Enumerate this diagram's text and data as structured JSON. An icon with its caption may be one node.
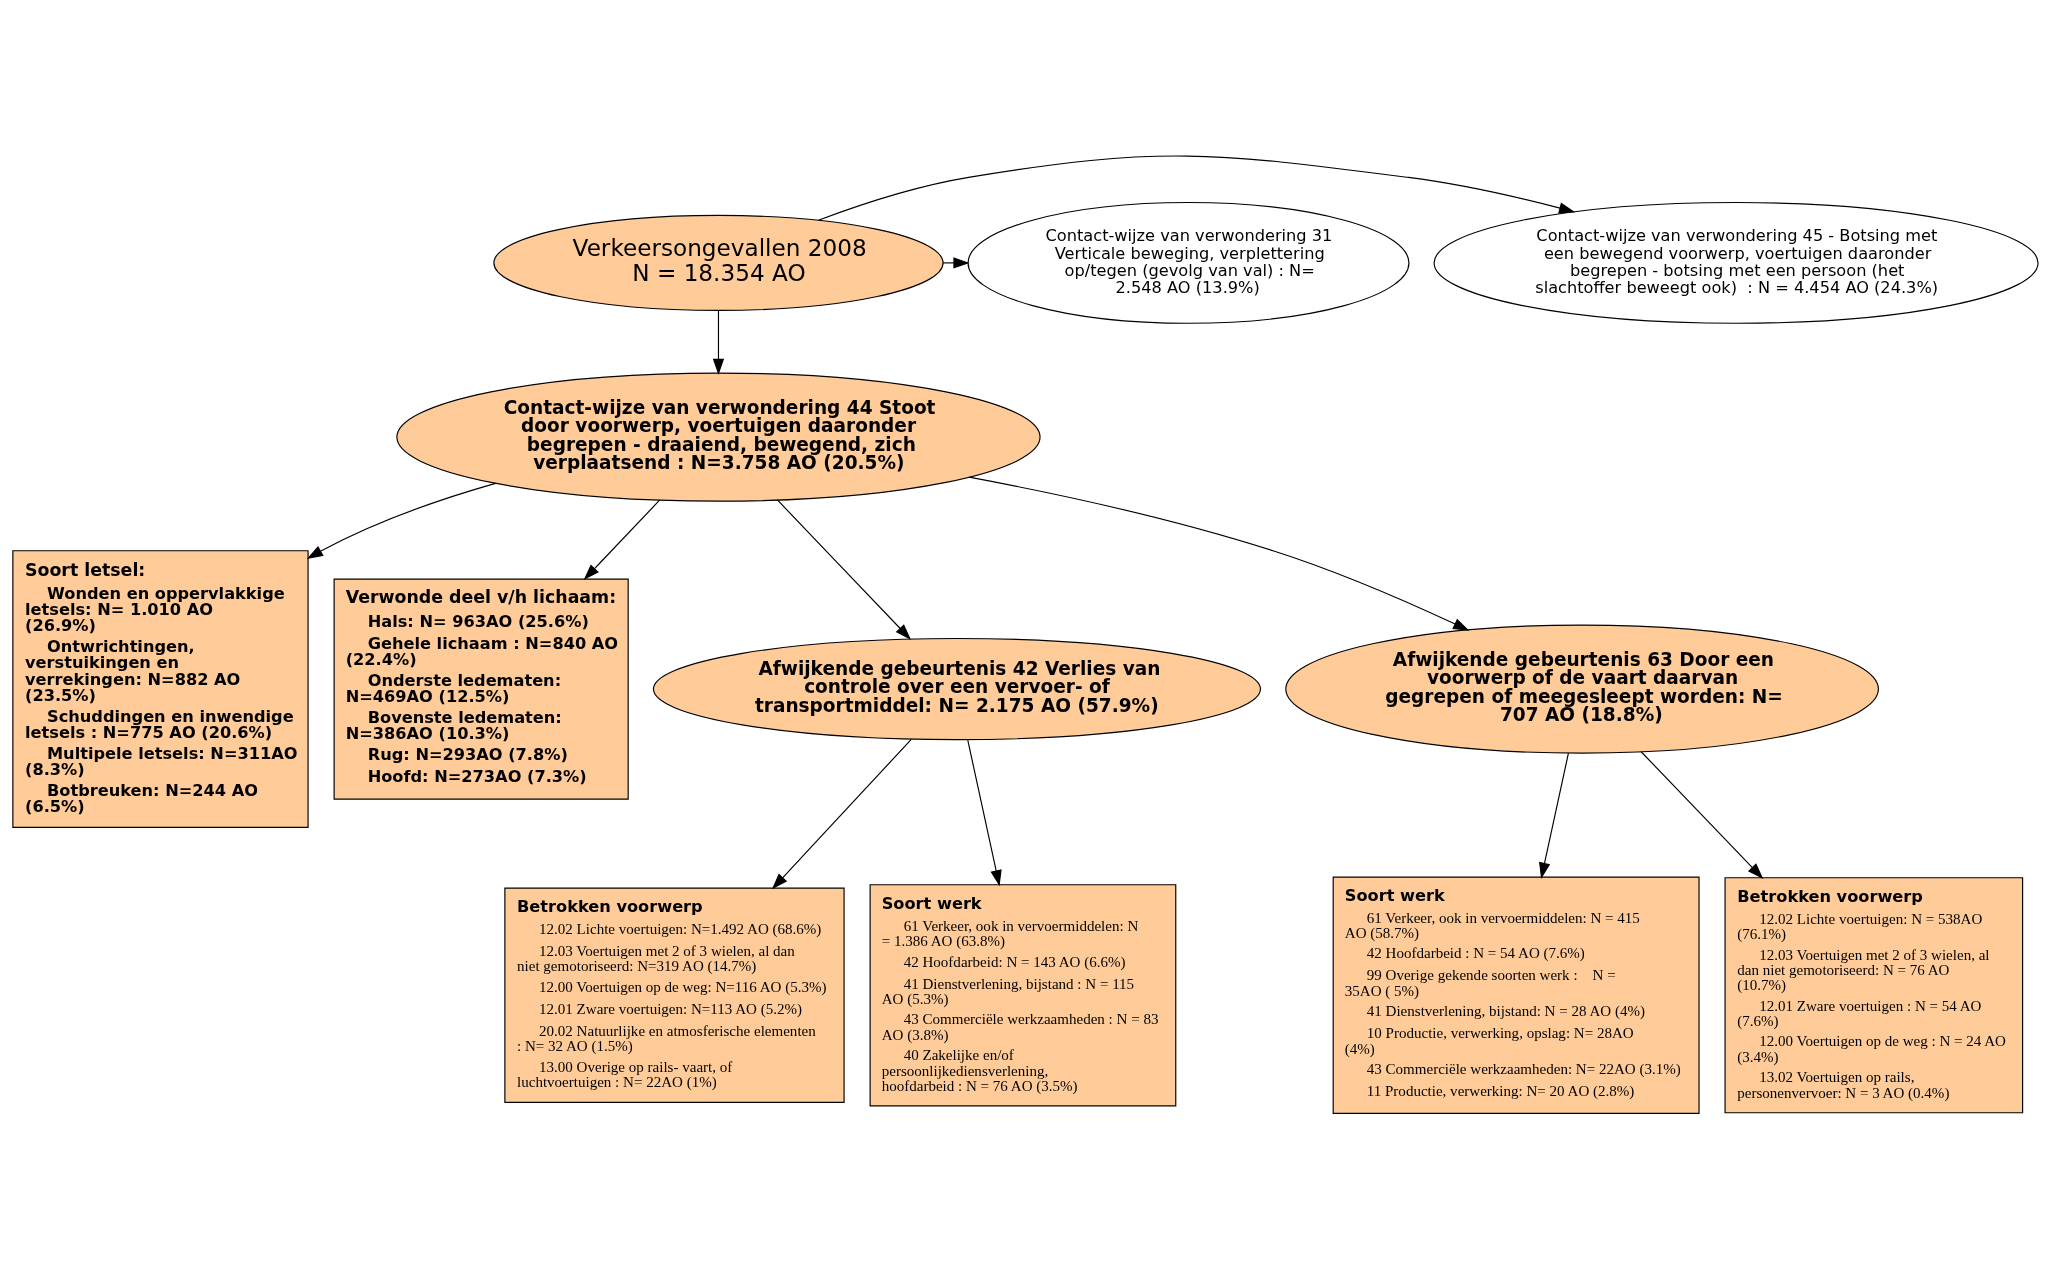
{
  "diagram": {
    "nodes": [
      {
        "text": [
          "Verkeersongevallen 2008",
          "N = 18.354 AO"
        ]
      },
      {
        "text": [
          "Contact-wijze van verwondering 45 - Botsing met een bewegend voorwerp, voertuigen daaronder begrepen - botsing met een persoon (het slachtoffer beweegt ook)  : N = 4.454 AO (24.3%)"
        ]
      },
      {
        "text": [
          "Contact-wijze van verwondering 31 Verticale beweging, verplettering op/tegen (gevolg van val) : N= 2.548 AO (13.9%)"
        ]
      },
      {
        "text": [
          "Contact-wijze van verwondering 44 Stoot door voorwerp, voertuigen daaronder begrepen - draaiend, bewegend, zich verplaatsend : N=3.758 AO (20.5%)"
        ]
      },
      {
        "text": [
          "Soort letsel:",
          "Wonden en oppervlakkige letsels: N= 1.010 AO (26.9%)",
          "Ontwrichtingen, verstuikingen en verrekingen: N=882 AO (23.5%)",
          "Schuddingen en inwendige letsels : N=775 AO (20.6%)",
          "Multipele letsels: N=311AO (8.3%)",
          "Botbreuken: N=244 AO (6.5%)"
        ]
      },
      {
        "text": [
          "Verwonde deel v/h lichaam:",
          "Hals: N= 963AO (25.6%)",
          "Gehele lichaam : N=840 AO (22.4%)",
          "Onderste ledematen: N=469AO (12.5%)",
          "Bovenste ledematen: N=386AO (10.3%)",
          "Rug: N=293AO (7.8%)",
          "Hoofd: N=273AO (7.3%)"
        ]
      },
      {
        "text": [
          "Afwijkende gebeurtenis 42 Verlies van controle over een vervoer- of transportmiddel: N= 2.175 AO (57.9%)"
        ]
      },
      {
        "text": [
          "Afwijkende gebeurtenis 63 Door een voorwerp of de vaart daarvan gegrepen of meegesleept worden: N= 707 AO (18.8%)"
        ]
      },
      {
        "text": [
          "Betrokken voorwerp",
          "12.02 Lichte voertuigen: N=1.492 AO (68.6%)",
          "12.03 Voertuigen met 2 of 3 wielen, al dan niet gemotoriseerd: N=319 AO (14.7%)",
          "12.00 Voertuigen op de weg: N=116 AO (5.3%)",
          "12.01 Zware voertuigen: N=113 AO (5.2%)",
          "20.02 Natuurlijke en atmosferische elementen : N= 32 AO (1.5%)",
          "13.00 Overige op rails- vaart, of luchtvoertuigen : N= 22AO (1%)"
        ]
      },
      {
        "text": [
          "Soort werk",
          "61 Verkeer, ook in vervoermiddelen: N = 1.386 AO (63.8%)",
          "42 Hoofdarbeid: N = 143 AO (6.6%)",
          "41 Dienstverlening, bijstand : N = 115 AO (5.3%)",
          "43 Commerciële werkzaamheden : N = 83 AO (3.8%)",
          "40 Zakelijke en/of persoonlijkediensverlening, hoofdarbeid : N = 76 AO (3.5%)"
        ]
      },
      {
        "text": [
          "Soort werk",
          "61 Verkeer, ook in vervoermiddelen: N = 415 AO (58.7%)",
          "42 Hoofdarbeid : N = 54 AO (7.6%)",
          "99 Overige gekende soorten werk :    N = 35AO ( 5%)",
          "41 Dienstverlening, bijstand: N = 28 AO (4%)",
          "10 Productie, verwerking, opslag: N= 28AO (4%)",
          "43 Commerciële werkzaamheden: N= 22AO (3.1%)",
          "11 Productie, verwerking: N= 20 AO (2.8%)"
        ]
      },
      {
        "text": [
          "Betrokken voorwerp",
          "12.02 Lichte voertuigen: N = 538AO (76.1%)",
          "12.03 Voertuigen met 2 of 3 wielen, al dan niet gemotoriseerd: N = 76 AO (10.7%)",
          "12.01 Zware voertuigen : N = 54 AO (7.6%)",
          "12.00 Voertuigen op de weg : N = 24 AO (3.4%)",
          "13.02 Voertuigen op rails, personenvervoer: N = 3 AO (0.4%)"
        ]
      }
    ],
    "edges": [
      {
        "from": 0,
        "to": 1,
        "arrow": "to"
      },
      {
        "from": 0,
        "to": 2,
        "arrow": "to"
      },
      {
        "from": 0,
        "to": 3,
        "arrow": "to"
      },
      {
        "from": 3,
        "to": 4,
        "arrow": "to"
      },
      {
        "from": 3,
        "to": 5,
        "arrow": "to"
      },
      {
        "from": 3,
        "to": 6,
        "arrow": "to"
      },
      {
        "from": 3,
        "to": 7,
        "arrow": "to"
      },
      {
        "from": 6,
        "to": 8,
        "arrow": "to"
      },
      {
        "from": 6,
        "to": 9,
        "arrow": "to"
      },
      {
        "from": 7,
        "to": 10,
        "arrow": "to"
      },
      {
        "from": 7,
        "to": 11,
        "arrow": "to"
      }
    ]
  }
}
